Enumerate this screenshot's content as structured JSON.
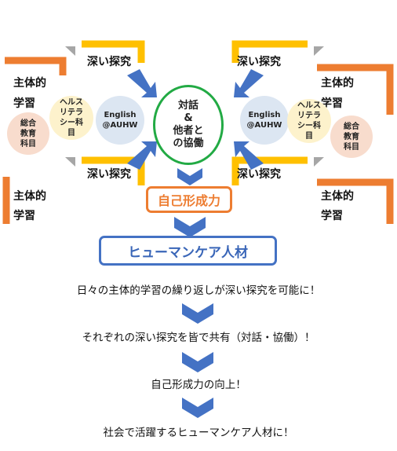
{
  "quadrants": {
    "top_left": {
      "inquiry": "深い探究",
      "study_line1": "主体的",
      "study_line2": "学習"
    },
    "top_right": {
      "inquiry": "深い探究",
      "study_line1": "主体的",
      "study_line2": "学習"
    },
    "bottom_left": {
      "inquiry": "深い探究",
      "study_line1": "主体的",
      "study_line2": "学習"
    },
    "bottom_right": {
      "inquiry": "深い探究",
      "study_line1": "主体的",
      "study_line2": "学習"
    }
  },
  "circles": {
    "left": {
      "sogo": [
        "総合",
        "教育",
        "科目"
      ],
      "health": [
        "ヘルス",
        "リテラ",
        "シー科",
        "目"
      ],
      "english": [
        "English",
        "@AUHW"
      ]
    },
    "right": {
      "sogo": [
        "総合",
        "教育",
        "科目"
      ],
      "health": [
        "ヘルス",
        "リテラ",
        "シー科",
        "目"
      ],
      "english": [
        "English",
        "@AUHW"
      ]
    }
  },
  "center": [
    "対話",
    "&",
    "他者と",
    "の協働"
  ],
  "self_power": "自己形成力",
  "human_resource": "ヒューマンケア人材",
  "steps": [
    "日々の主体的学習の繰り返しが深い探究を可能に！",
    "それぞれの深い探究を皆で共有（対話・協働）！",
    "自己形成力の向上！",
    "社会で活躍するヒューマンケア人材に！"
  ],
  "colors": {
    "orange": "#ed7d31",
    "yellow": "#ffc000",
    "blue": "#4472c4",
    "green": "#22aa44",
    "gray": "#a6a6a6"
  }
}
